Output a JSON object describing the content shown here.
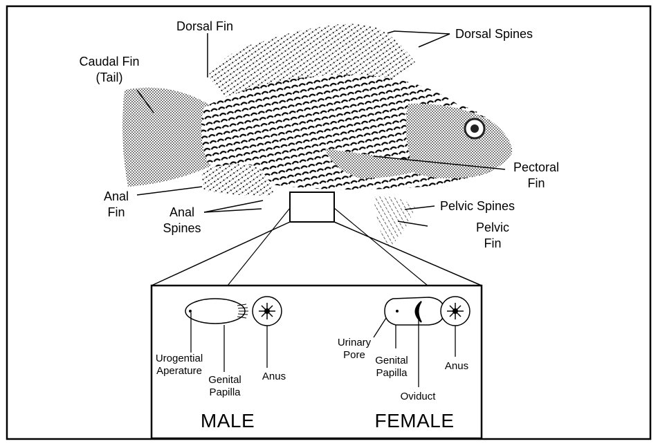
{
  "fish_labels": {
    "dorsal_fin": "Dorsal Fin",
    "dorsal_spines": "Dorsal Spines",
    "caudal_fin_line1": "Caudal Fin",
    "caudal_fin_line2": "(Tail)",
    "pectoral_fin_line1": "Pectoral",
    "pectoral_fin_line2": "Fin",
    "anal_fin_line1": "Anal",
    "anal_fin_line2": "Fin",
    "anal_spines_line1": "Anal",
    "anal_spines_line2": "Spines",
    "pelvic_spines": "Pelvic Spines",
    "pelvic_fin_line1": "Pelvic",
    "pelvic_fin_line2": "Fin"
  },
  "male": {
    "title": "MALE",
    "urogenital_line1": "Urogential",
    "urogenital_line2": "Aperature",
    "genital_papilla_line1": "Genital",
    "genital_papilla_line2": "Papilla",
    "anus": "Anus"
  },
  "female": {
    "title": "FEMALE",
    "urinary_pore_line1": "Urinary",
    "urinary_pore_line2": "Pore",
    "genital_papilla_line1": "Genital",
    "genital_papilla_line2": "Papilla",
    "oviduct": "Oviduct",
    "anus": "Anus"
  }
}
